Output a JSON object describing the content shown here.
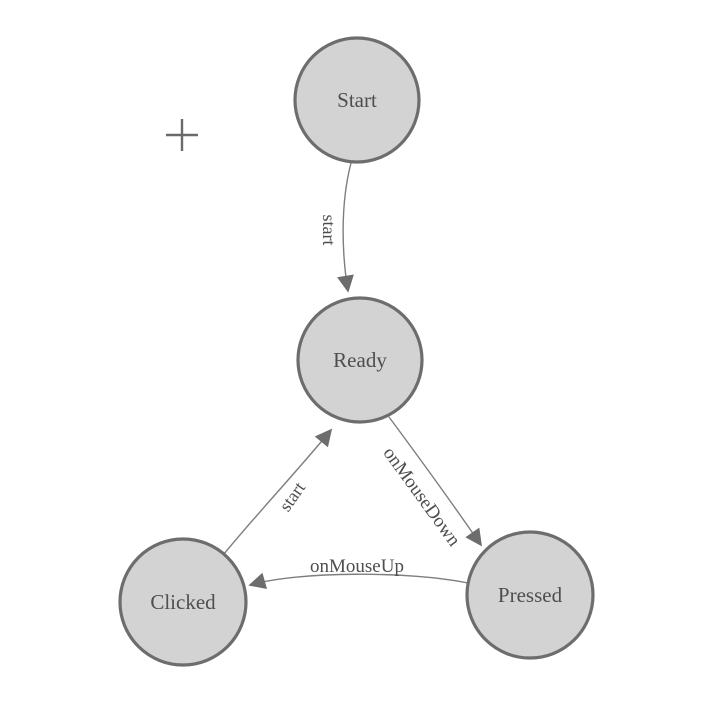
{
  "diagram": {
    "type": "state-machine",
    "colors": {
      "background": "#ffffff",
      "node_fill": "#d3d3d3",
      "node_stroke": "#6d6d6d",
      "edge_stroke": "#7e7e7e",
      "arrow_fill": "#6d6d6d",
      "label_text": "#4e4e4e"
    },
    "nodes": [
      {
        "id": "start",
        "label": "Start"
      },
      {
        "id": "ready",
        "label": "Ready"
      },
      {
        "id": "clicked",
        "label": "Clicked"
      },
      {
        "id": "pressed",
        "label": "Pressed"
      }
    ],
    "edges": [
      {
        "from": "Start",
        "to": "Ready",
        "label": "start"
      },
      {
        "from": "Ready",
        "to": "Pressed",
        "label": "onMouseDown"
      },
      {
        "from": "Pressed",
        "to": "Clicked",
        "label": "onMouseUp"
      },
      {
        "from": "Clicked",
        "to": "Ready",
        "label": "start"
      }
    ],
    "cursor": {
      "icon": "crosshair-icon"
    }
  }
}
